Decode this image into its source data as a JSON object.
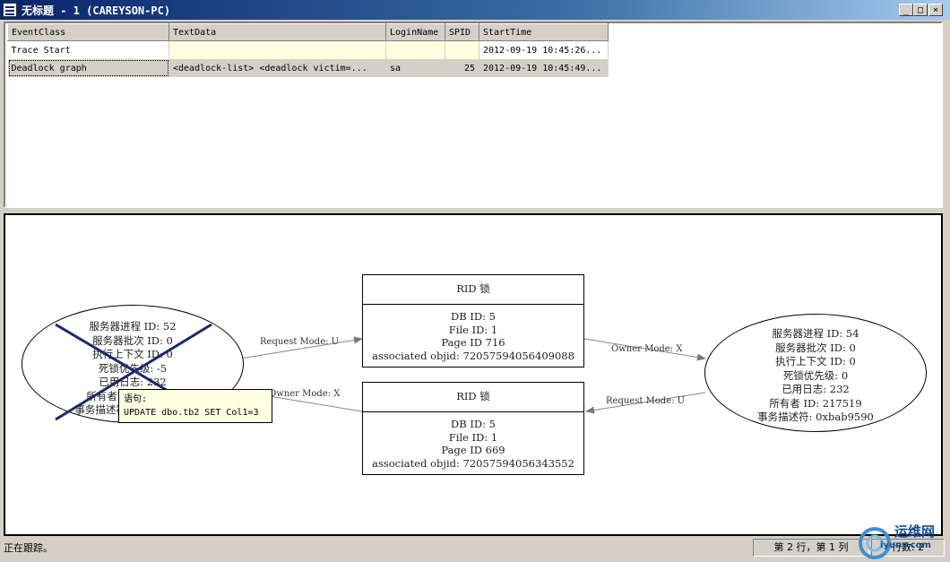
{
  "window": {
    "title": "无标题 - 1 (CAREYSON-PC)",
    "minimize": "_",
    "maximize": "□",
    "close": "×"
  },
  "grid": {
    "headers": [
      "EventClass",
      "TextData",
      "LoginName",
      "SPID",
      "StartTime"
    ],
    "rows": [
      {
        "event": "Trace Start",
        "text": "",
        "login": "",
        "spid": "",
        "start": "2012-09-19 10:45:26..."
      },
      {
        "event": "Deadlock graph",
        "text": "<deadlock-list>   <deadlock victim=...",
        "login": "sa",
        "spid": "25",
        "start": "2012-09-19 10:45:49..."
      }
    ]
  },
  "graph": {
    "process_left": [
      "服务器进程 ID: 52",
      "服务器批次 ID: 0",
      "执行上下文 ID: 0",
      "死锁优先级: -5",
      "已用日志: 232",
      "所有者 ID: 217518",
      "事务描述符: 0xbab8e50"
    ],
    "process_right": [
      "服务器进程 ID: 54",
      "服务器批次 ID: 0",
      "执行上下文 ID: 0",
      "死锁优先级: 0",
      "已用日志: 232",
      "所有者 ID: 217519",
      "事务描述符: 0xbab9590"
    ],
    "rid_top": {
      "title": "RID 锁",
      "db": "DB ID: 5",
      "file": "File ID: 1",
      "page": "Page ID 716",
      "objid": "associated objid: 72057594056409088"
    },
    "rid_bottom": {
      "title": "RID 锁",
      "db": "DB ID: 5",
      "file": "File ID: 1",
      "page": "Page ID 669",
      "objid": "associated objid: 72057594056343552"
    },
    "edges": {
      "e1": "Request Mode: U",
      "e2": "Owner Mode: X",
      "e3": "Request Mode: U",
      "e4": "Owner Mode: X"
    },
    "tooltip": {
      "label": "语句:",
      "sql": "UPDATE dbo.tb2 SET Col1=3"
    }
  },
  "status": {
    "main": "正在跟踪。",
    "position": "第 2 行，第 1 列",
    "rows": "行数: 2"
  },
  "watermark": {
    "name": "运维网",
    "url": "iyunv.com"
  }
}
